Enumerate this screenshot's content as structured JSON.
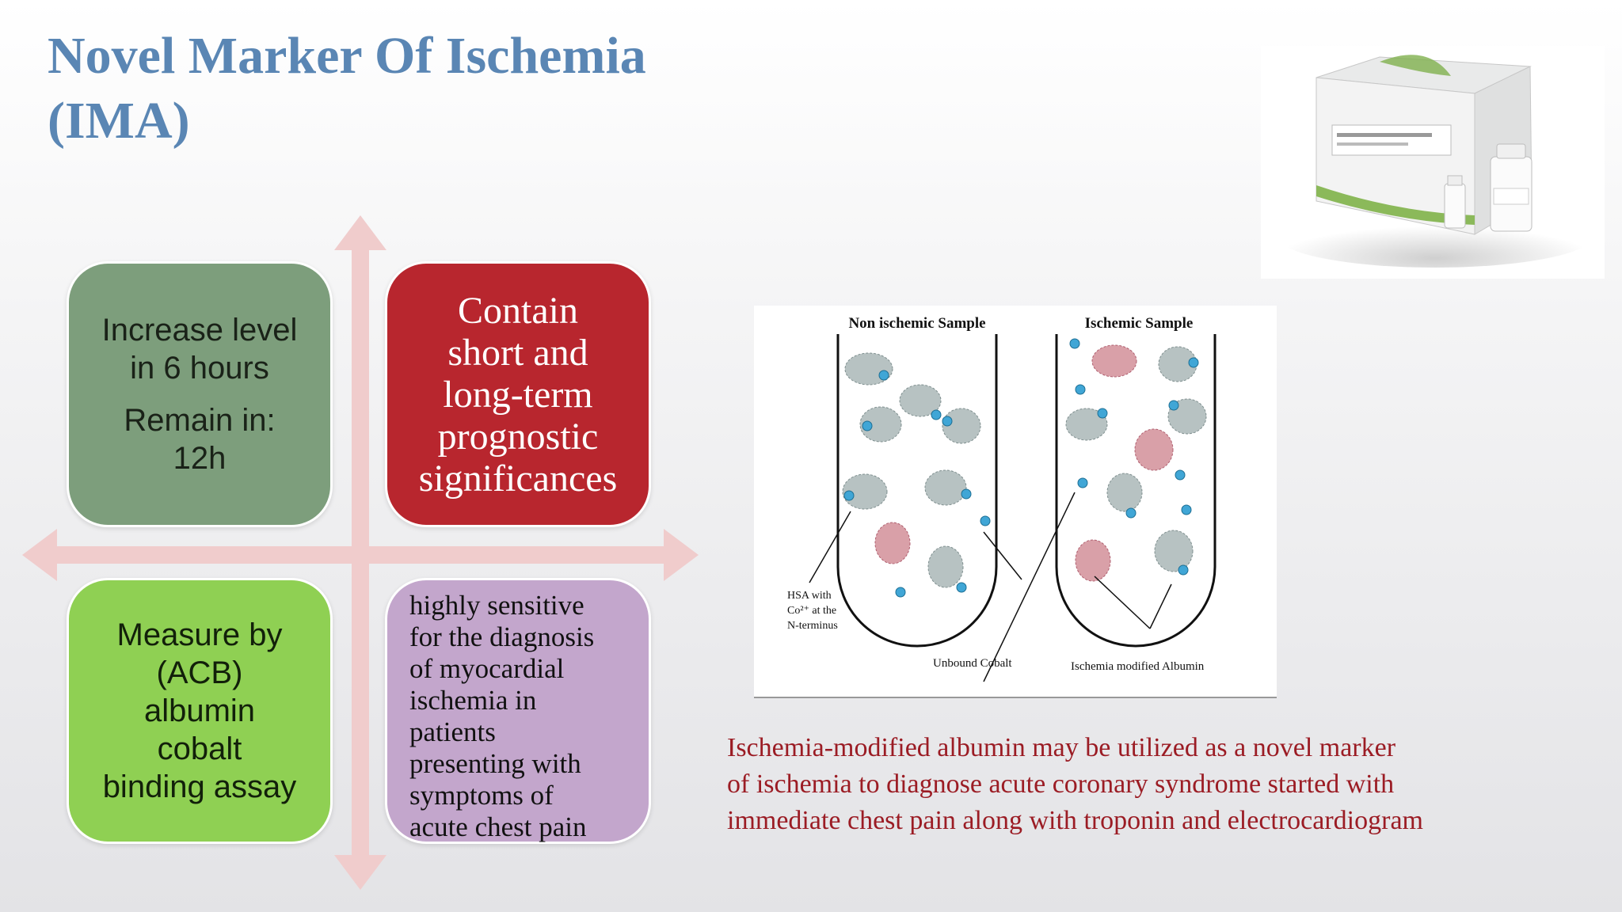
{
  "title": {
    "line1": "Novel Marker Of Ischemia",
    "line2": "(IMA)"
  },
  "boxes": {
    "top_left": {
      "line1": "Increase level",
      "line2": "in 6 hours",
      "line3": "Remain in:",
      "line4": "12h"
    },
    "top_right": {
      "lines": [
        "Contain",
        "short and",
        "long-term",
        "prognostic",
        "significances"
      ]
    },
    "bottom_left": {
      "lines": [
        "Measure by",
        "(ACB)",
        "albumin",
        "cobalt",
        "binding assay"
      ]
    },
    "bottom_right": {
      "lines": [
        "highly sensitive",
        "for the diagnosis",
        "of myocardial",
        "ischemia in",
        "patients",
        "presenting with",
        "symptoms of",
        "acute chest pain"
      ]
    }
  },
  "diagram": {
    "left_label": "Non ischemic Sample",
    "right_label": "Ischemic Sample",
    "hsa_line1": "HSA with",
    "hsa_line2": "Co²⁺ at the",
    "hsa_line3": "N-terminus",
    "unbound": "Unbound Cobalt",
    "ima": "Ischemia modified Albumin"
  },
  "caption": {
    "line1": "Ischemia-modified albumin may be utilized as a novel marker",
    "line2": "of ischemia to diagnose acute coronary syndrome started with",
    "line3": "immediate chest pain along with troponin and electrocardiogram"
  },
  "colors": {
    "title": "#5a86b4",
    "green_box": "#7d9e7c",
    "red_box": "#b8262e",
    "lime_box": "#8fd053",
    "purple_box": "#c3a6cc",
    "caption": "#9b1c24",
    "arrow": "#f0cccc"
  }
}
